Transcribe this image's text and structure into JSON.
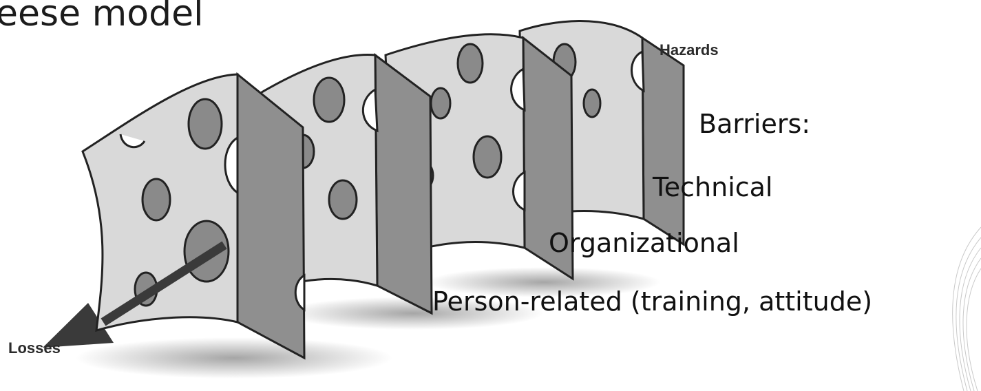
{
  "title": "eese model",
  "diagram": {
    "hazards_label": "Hazards",
    "losses_label": "Losses",
    "barriers_heading": "Barriers:",
    "barrier_types": [
      "Technical",
      "Organizational",
      "Person-related (training, attitude)"
    ],
    "slice_count": 4,
    "colors": {
      "slice_face": "#d9d9d9",
      "slice_side": "#8f8f8f",
      "hole_fill": "#8a8a8a",
      "arrow": "#3a3a3a",
      "text": "#111111"
    }
  }
}
